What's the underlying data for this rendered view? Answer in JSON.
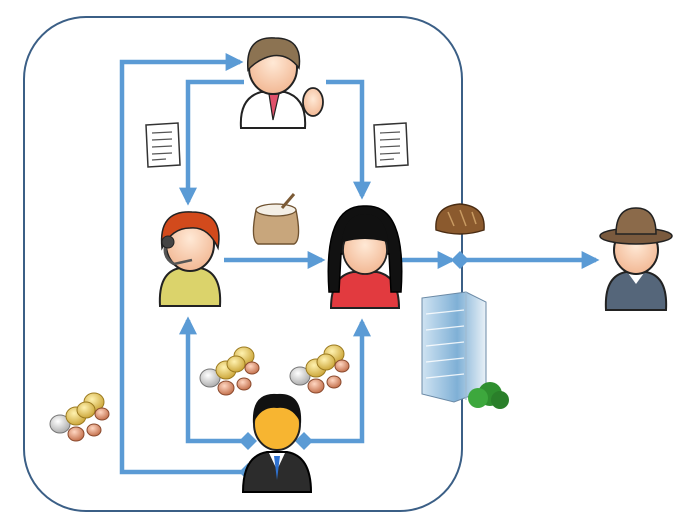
{
  "diagram": {
    "colors": {
      "arrow": "#5b9bd5",
      "boundary": "#3b5f86",
      "background": "#ffffff"
    },
    "nodes": [
      {
        "id": "manager",
        "icon": "manager-person-icon"
      },
      {
        "id": "support",
        "icon": "headset-operator-icon"
      },
      {
        "id": "worker",
        "icon": "woman-person-icon"
      },
      {
        "id": "investor",
        "icon": "businessman-icon"
      },
      {
        "id": "customer",
        "icon": "hat-customer-icon"
      },
      {
        "id": "company",
        "icon": "office-building-icon"
      }
    ],
    "items": [
      {
        "id": "document-1",
        "icon": "document-icon"
      },
      {
        "id": "document-2",
        "icon": "document-icon"
      },
      {
        "id": "flour",
        "icon": "flour-sack-icon"
      },
      {
        "id": "bread",
        "icon": "bread-loaf-icon"
      },
      {
        "id": "coins-1",
        "icon": "euro-coins-icon"
      },
      {
        "id": "coins-2",
        "icon": "euro-coins-icon"
      },
      {
        "id": "coins-3",
        "icon": "euro-coins-icon"
      }
    ],
    "edges": [
      {
        "from": "investor",
        "to": "manager",
        "kind": "funding"
      },
      {
        "from": "manager",
        "to": "support",
        "kind": "instructions"
      },
      {
        "from": "manager",
        "to": "worker",
        "kind": "instructions"
      },
      {
        "from": "support",
        "to": "worker",
        "kind": "materials"
      },
      {
        "from": "worker",
        "to": "customer",
        "kind": "product"
      },
      {
        "from": "investor",
        "to": "support",
        "kind": "payment"
      },
      {
        "from": "investor",
        "to": "worker",
        "kind": "payment"
      }
    ]
  }
}
